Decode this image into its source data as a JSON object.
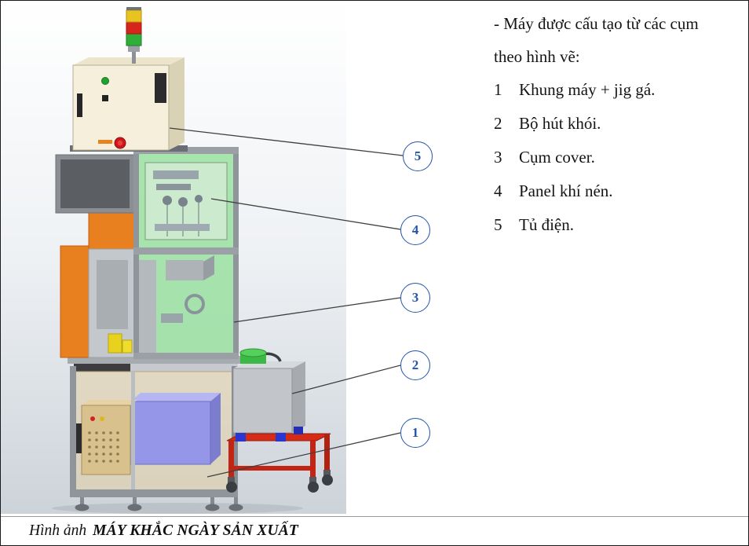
{
  "figure": {
    "callouts": [
      {
        "num": "5"
      },
      {
        "num": "4"
      },
      {
        "num": "3"
      },
      {
        "num": "2"
      },
      {
        "num": "1"
      }
    ]
  },
  "description": {
    "intro_line1": "- Máy được cấu tạo từ các cụm",
    "intro_line2": "theo hình vẽ:",
    "parts": [
      {
        "num": "1",
        "label": "Khung máy + jig gá."
      },
      {
        "num": "2",
        "label": "Bộ hút khói."
      },
      {
        "num": "3",
        "label": "Cụm cover."
      },
      {
        "num": "4",
        "label": "Panel khí nén."
      },
      {
        "num": "5",
        "label": "Tủ điện."
      }
    ]
  },
  "caption": {
    "prefix": "Hình ảnh",
    "title": "MÁY KHẮC NGÀY SẢN XUẤT"
  },
  "colors": {
    "callout_blue": "#2456a8",
    "cover_green": "#96e09c",
    "panel_orange": "#e9801f",
    "stand_red": "#d52b17",
    "cabinet_cream": "#f5efdc"
  }
}
